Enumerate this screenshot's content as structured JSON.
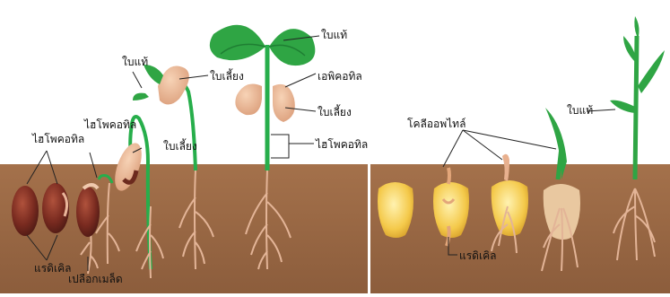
{
  "labels": {
    "true_leaf": "ใบแท้",
    "cotyledon": "ใบเลี้ยง",
    "hypocotyl": "ไฮโพคอทิล",
    "epicotyl": "เอพิคอทิล",
    "radicle": "แรดิเคิล",
    "seed_coat": "เปลือกเมล็ด",
    "coleoptile": "โคลีออพไทล์"
  },
  "colors": {
    "soil": "#9b6a45",
    "sky": "#ffffff",
    "stem": "#27ae4b",
    "leaf": "#2fa544",
    "bean": "#7d2f24",
    "cotyledon": "#e8b08e",
    "corn_kernel": "#f2c94c",
    "root": "#e6b99a"
  }
}
